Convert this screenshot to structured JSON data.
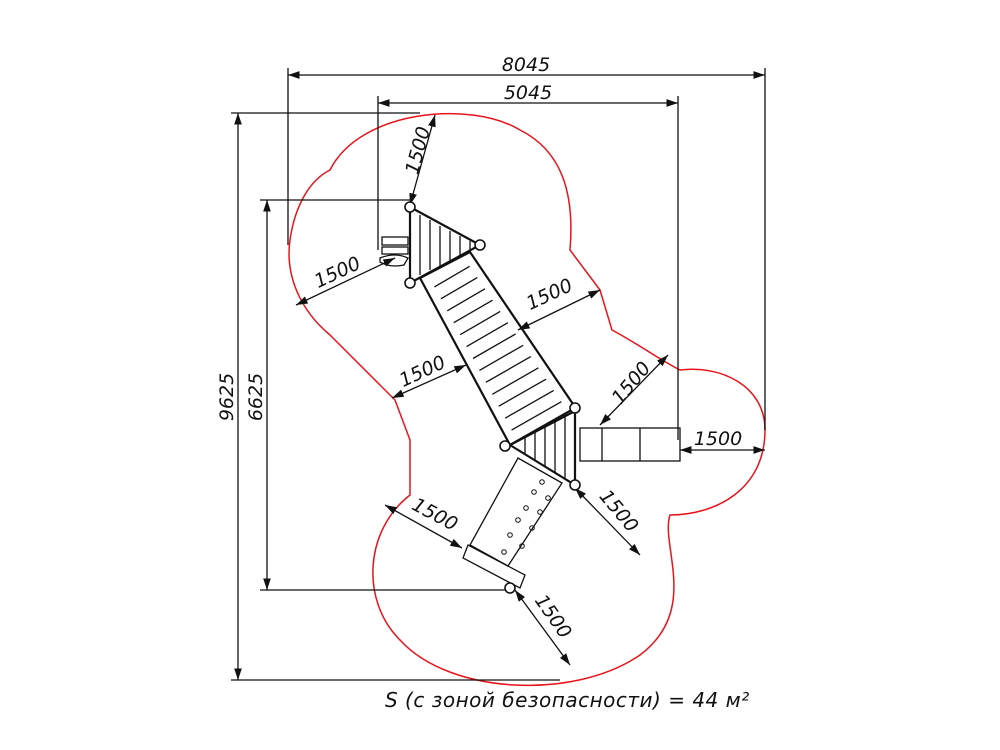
{
  "colors": {
    "safety_zone": "#e8131b",
    "lines": "#111111"
  },
  "dimensions": {
    "overall_width": "8045",
    "equipment_width": "5045",
    "overall_height": "9625",
    "equipment_height": "6625",
    "safety_offsets": [
      "1500",
      "1500",
      "1500",
      "1500",
      "1500",
      "1500",
      "1500",
      "1500",
      "1500"
    ]
  },
  "area_label": "S (с зоной безопасности) = 44 м²"
}
